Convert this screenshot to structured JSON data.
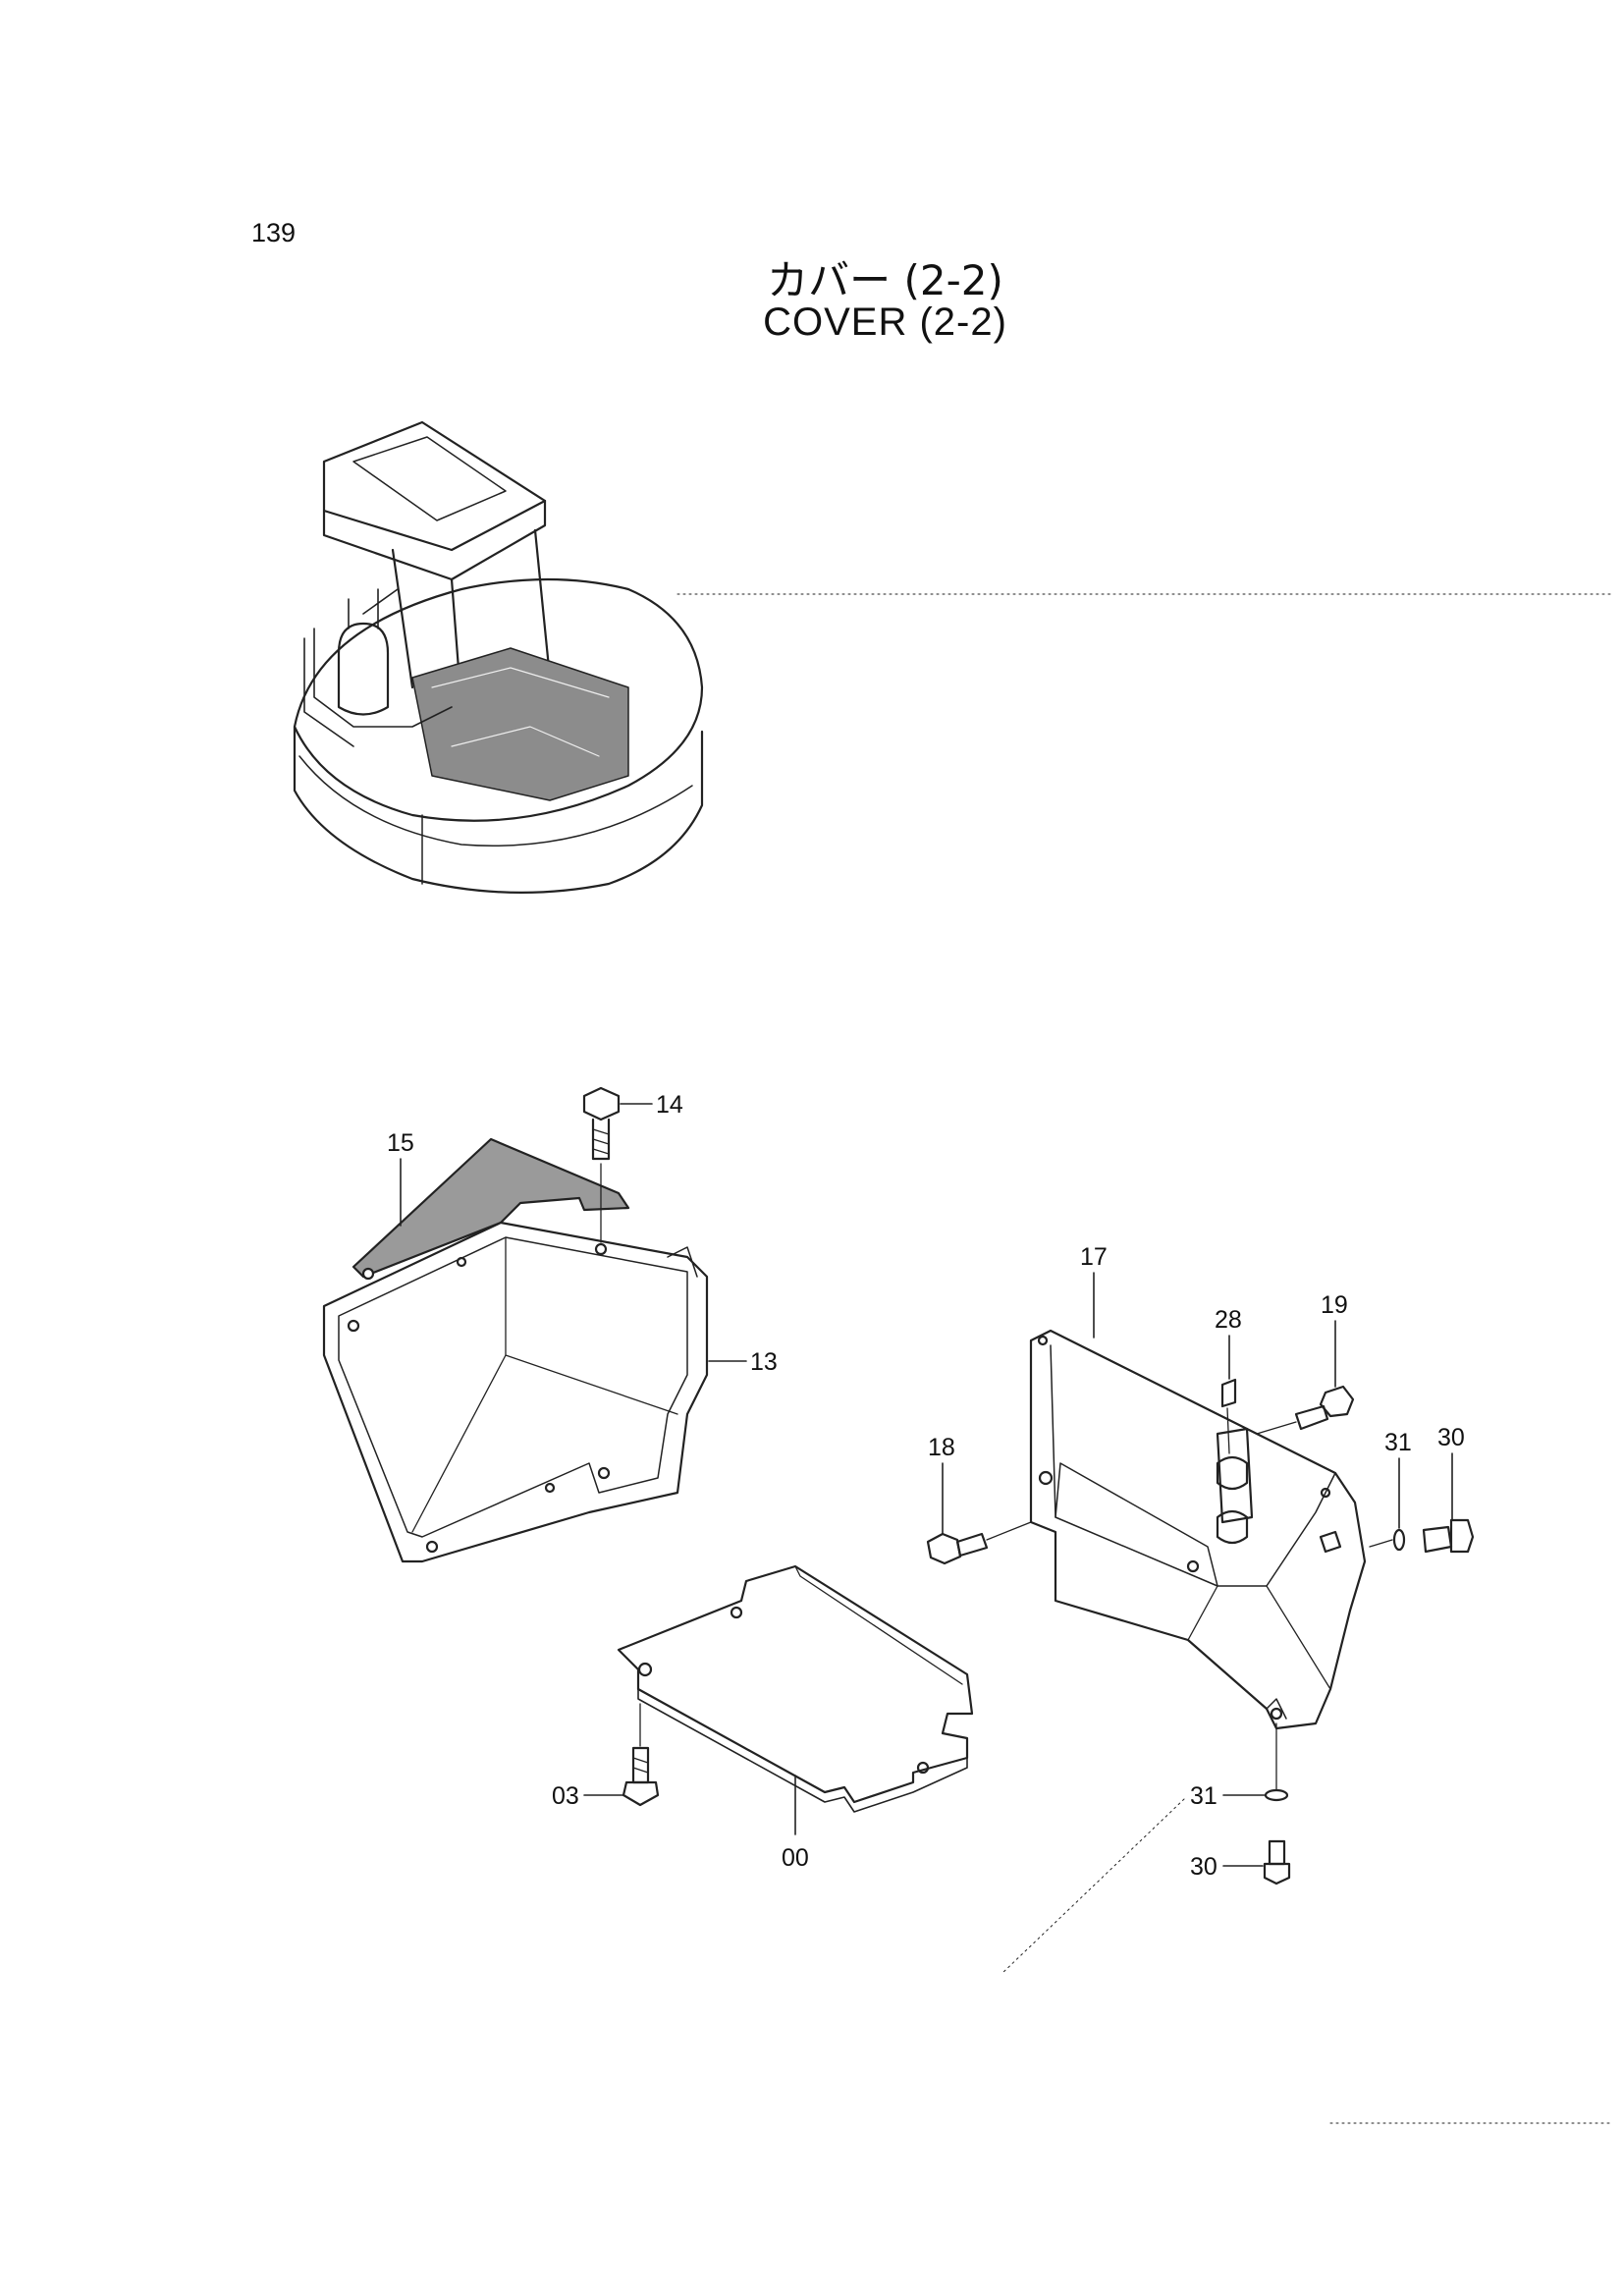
{
  "page_number": "139",
  "title_jp": "カバー (2-2)",
  "title_en": "COVER (2-2)",
  "callouts": [
    {
      "id": "c14",
      "label": "14"
    },
    {
      "id": "c15",
      "label": "15"
    },
    {
      "id": "c13",
      "label": "13"
    },
    {
      "id": "c17",
      "label": "17"
    },
    {
      "id": "c28",
      "label": "28"
    },
    {
      "id": "c19",
      "label": "19"
    },
    {
      "id": "c18",
      "label": "18"
    },
    {
      "id": "c31a",
      "label": "31"
    },
    {
      "id": "c30a",
      "label": "30"
    },
    {
      "id": "c03",
      "label": "03"
    },
    {
      "id": "c00",
      "label": "00"
    },
    {
      "id": "c31b",
      "label": "31"
    },
    {
      "id": "c30b",
      "label": "30"
    }
  ]
}
